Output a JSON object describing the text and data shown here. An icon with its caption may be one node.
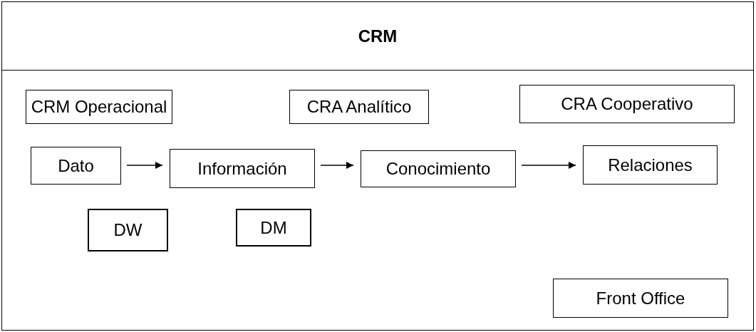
{
  "diagram": {
    "nodes": [
      {
        "text": [
          "CRM"
        ]
      },
      {
        "text": [
          "CRM Operacional"
        ],
        "in": 0
      },
      {
        "text": [
          "CRA Analítico"
        ],
        "in": 0
      },
      {
        "text": [
          "CRA Cooperativo"
        ],
        "in": 0
      },
      {
        "text": [
          "Dato"
        ],
        "in": 0
      },
      {
        "text": [
          "Información"
        ],
        "in": 0
      },
      {
        "text": [
          "Conocimiento"
        ],
        "in": 0
      },
      {
        "text": [
          "Relaciones"
        ],
        "in": 0
      },
      {
        "text": [
          "DW"
        ],
        "in": 0
      },
      {
        "text": [
          "DM"
        ],
        "in": 0
      },
      {
        "text": [
          "Front Office"
        ],
        "in": 0
      }
    ],
    "edges": [
      {
        "from": 4,
        "to": 5,
        "arrow": "to"
      },
      {
        "from": 5,
        "to": 6,
        "arrow": "to"
      },
      {
        "from": 6,
        "to": 7,
        "arrow": "to"
      }
    ]
  }
}
